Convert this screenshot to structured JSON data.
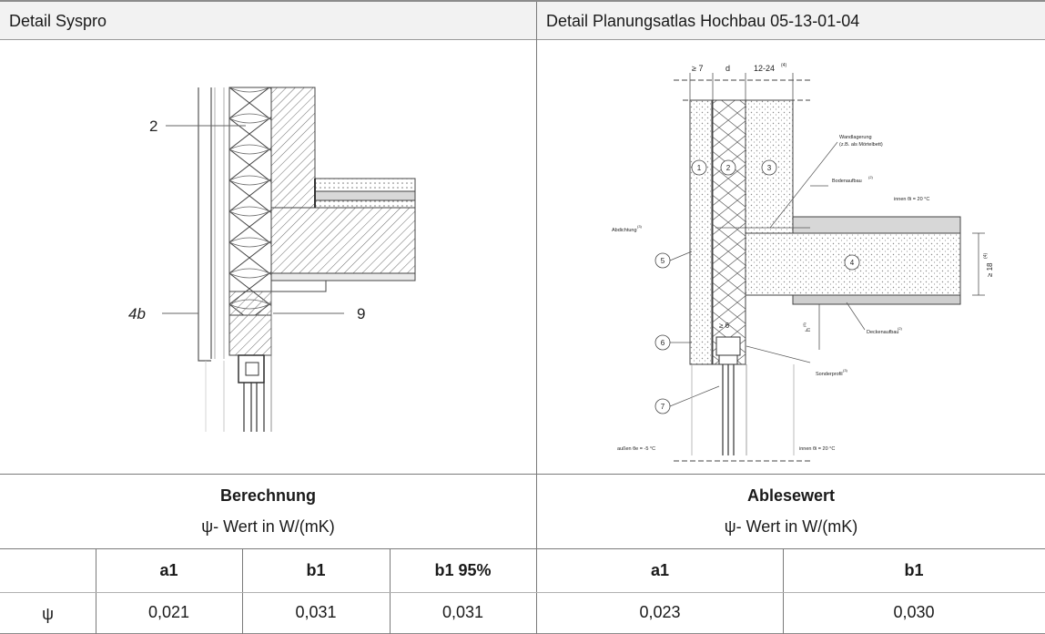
{
  "headers": {
    "left": "Detail Syspro",
    "right": "Detail Planungsatlas Hochbau 05-13-01-04"
  },
  "left_drawing": {
    "labels": [
      "2",
      "4b",
      "9"
    ]
  },
  "right_drawing": {
    "dims_top": [
      "≥ 7",
      "d",
      "12-24"
    ],
    "dims_top_sup": "(4)",
    "numbered_parts": [
      "1",
      "2",
      "3",
      "4",
      "5",
      "6",
      "7"
    ],
    "notes": {
      "wandlagerung_1": "Wandlagerung",
      "wandlagerung_2": "(z.B. als Mörtelbett)",
      "bodenaufbau": "Bodenaufbau",
      "bodenaufbau_sup": "(2)",
      "innen_top": "innen   θi = 20 °C",
      "abdichtung": "Abdichtung",
      "abdichtung_sup": "(3)",
      "ge18": "≥ 18",
      "ge18_sup": "(4)",
      "deckenaufbau": "Deckenaufbau",
      "deckenaufbau_sup": "(2)",
      "h": "h",
      "h_sup": "(5)",
      "ge6": "≥ 6",
      "sonderprofil": "Sonderprofil",
      "sonderprofil_sup": "(3)",
      "aussen": "außen   θe = -5 °C",
      "innen_bottom": "innen   θi = 20 °C"
    }
  },
  "calc": {
    "title": "Berechnung",
    "unit": "ψ- Wert in W/(mK)"
  },
  "read": {
    "title": "Ablesewert",
    "unit": "ψ- Wert in W/(mK)"
  },
  "table": {
    "row_label": "ψ",
    "columns": [
      "a1",
      "b1",
      "b1 95%",
      "a1",
      "b1"
    ],
    "values": [
      "0,021",
      "0,031",
      "0,031",
      "0,023",
      "0,030"
    ]
  }
}
